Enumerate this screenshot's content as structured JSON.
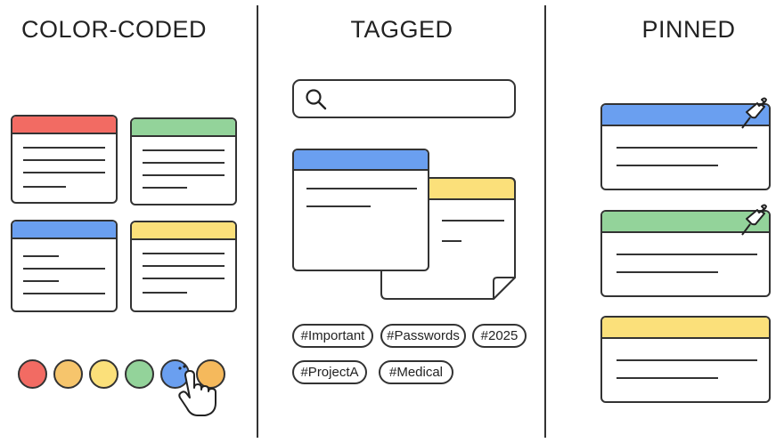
{
  "sections": {
    "color_coded": {
      "title": "COLOR-CODED"
    },
    "tagged": {
      "title": "TAGGED",
      "tags": [
        "#Important",
        "#Passwords",
        "#2025",
        "#ProjectA",
        "#Medical"
      ]
    },
    "pinned": {
      "title": "PINNED"
    }
  },
  "colors": {
    "red": "#f26b63",
    "orange": "#f6c56c",
    "yellow": "#fbe07a",
    "green": "#93d39a",
    "blue": "#6a9ff0",
    "amber": "#f5b95c"
  }
}
